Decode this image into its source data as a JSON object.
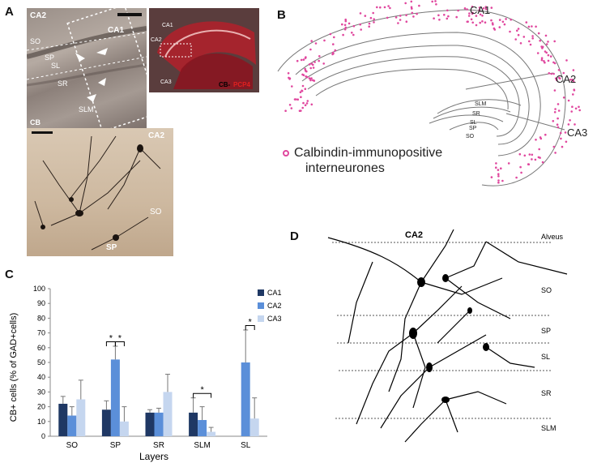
{
  "panel_labels": {
    "a": "A",
    "b": "B",
    "c": "C",
    "d": "D"
  },
  "panel_a": {
    "top_left": {
      "ca2": "CA2",
      "ca1": "CA1",
      "so": "SO",
      "sp": "SP",
      "sl": "SL",
      "sr": "SR",
      "slm": "SLM",
      "cb": "CB"
    },
    "inset": {
      "ca1": "CA1",
      "ca2": "CA2",
      "ca3": "CA3",
      "cb": "CB-",
      "pcp4": "PCP4"
    },
    "bottom": {
      "ca2": "CA2",
      "so": "SO",
      "sp": "SP"
    }
  },
  "panel_b": {
    "regions": {
      "ca1": "CA1",
      "ca2": "CA2",
      "ca3": "CA3"
    },
    "layers": {
      "slm": "SLM",
      "sr": "SR",
      "sl": "SL",
      "sp": "SP",
      "so": "SO"
    },
    "legend_line1": "Calbindin-immunopositive",
    "legend_line2": "interneurones",
    "marker_color": "#e0479e"
  },
  "panel_d": {
    "title": "CA2",
    "layers": [
      "Alveus",
      "SO",
      "SP",
      "SL",
      "SR",
      "SLM"
    ]
  },
  "chart_data": {
    "type": "bar",
    "categories": [
      "SO",
      "SP",
      "SR",
      "SLM",
      "SL"
    ],
    "series": [
      {
        "name": "CA1",
        "values": [
          22,
          18,
          16,
          16,
          null
        ],
        "errors": [
          5,
          6,
          2,
          10,
          null
        ],
        "color": "#1f3864"
      },
      {
        "name": "CA2",
        "values": [
          14,
          52,
          16,
          11,
          50
        ],
        "errors": [
          6,
          9,
          3,
          9,
          22
        ],
        "color": "#5b8fd9"
      },
      {
        "name": "CA3",
        "values": [
          25,
          10,
          30,
          3,
          12
        ],
        "errors": [
          13,
          10,
          12,
          3,
          14
        ],
        "color": "#c5d6ef"
      }
    ],
    "xlabel": "Layers",
    "ylabel": "CB+ cells (% of GAD+cells)",
    "ylim": [
      0,
      100
    ],
    "yticks": [
      0,
      10,
      20,
      30,
      40,
      50,
      60,
      70,
      80,
      90,
      100
    ],
    "significance": [
      {
        "category": "SP",
        "pair": [
          "CA1",
          "CA2"
        ],
        "label": "*"
      },
      {
        "category": "SP",
        "pair": [
          "CA2",
          "CA3"
        ],
        "label": "*"
      },
      {
        "category": "SLM",
        "pair": [
          "CA1",
          "CA3"
        ],
        "label": "*"
      },
      {
        "category": "SL",
        "pair": [
          "CA2",
          "CA3"
        ],
        "label": "*"
      }
    ]
  }
}
